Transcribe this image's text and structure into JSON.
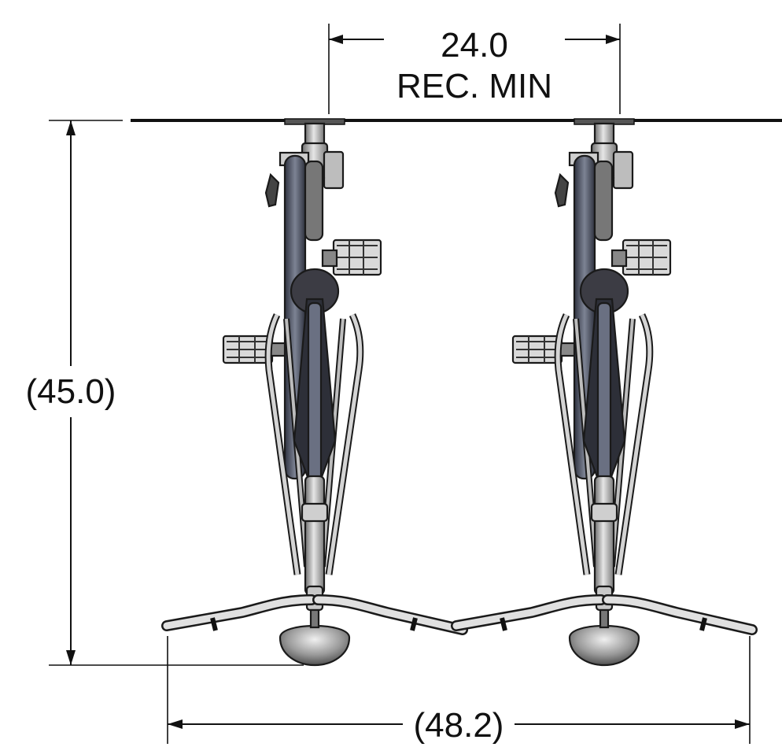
{
  "dimensions": {
    "spacing_value": "24.0",
    "spacing_note": "REC. MIN",
    "height_value": "(45.0)",
    "width_value": "(48.2)"
  },
  "colors": {
    "line": "#111111",
    "tube_light": "#d9d9d9",
    "tube_mid": "#8c8c8c",
    "tube_dark": "#4a4a55",
    "tire": "#5a5f6e",
    "background": "#ffffff"
  }
}
